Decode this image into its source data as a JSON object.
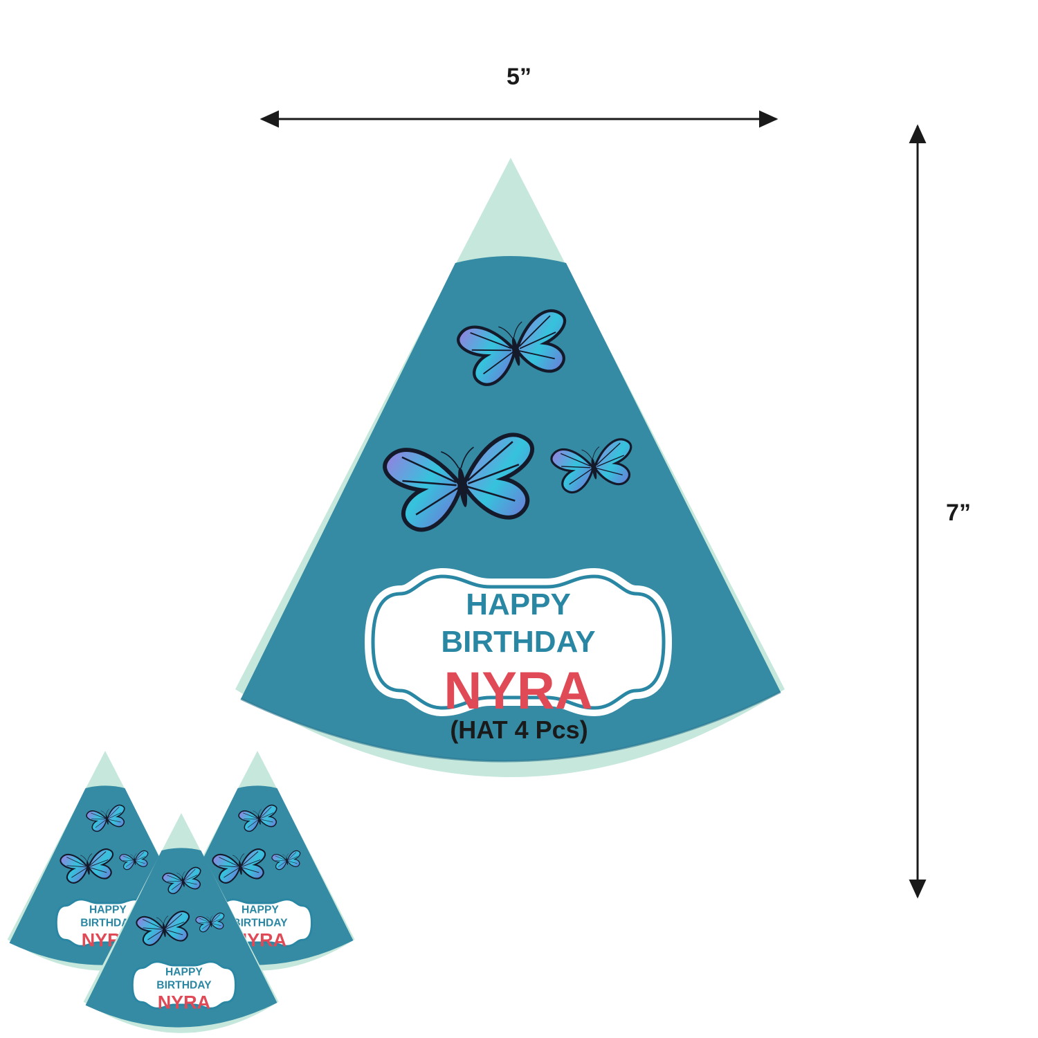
{
  "dimensions": {
    "width": "5”",
    "height": "7”"
  },
  "hat": {
    "greeting_line1": "HAPPY",
    "greeting_line2": "BIRTHDAY",
    "name": "NYRA"
  },
  "caption": "(HAT 4 Pcs)",
  "colors": {
    "hat_body": "#358aa4",
    "hat_trim": "#c6e8dc",
    "greeting_text": "#2a87a4",
    "name_text": "#e04a56",
    "butterfly_wing": "#35c3dc",
    "butterfly_wing_alt": "#9b7be0",
    "butterfly_outline": "#141a2a"
  }
}
